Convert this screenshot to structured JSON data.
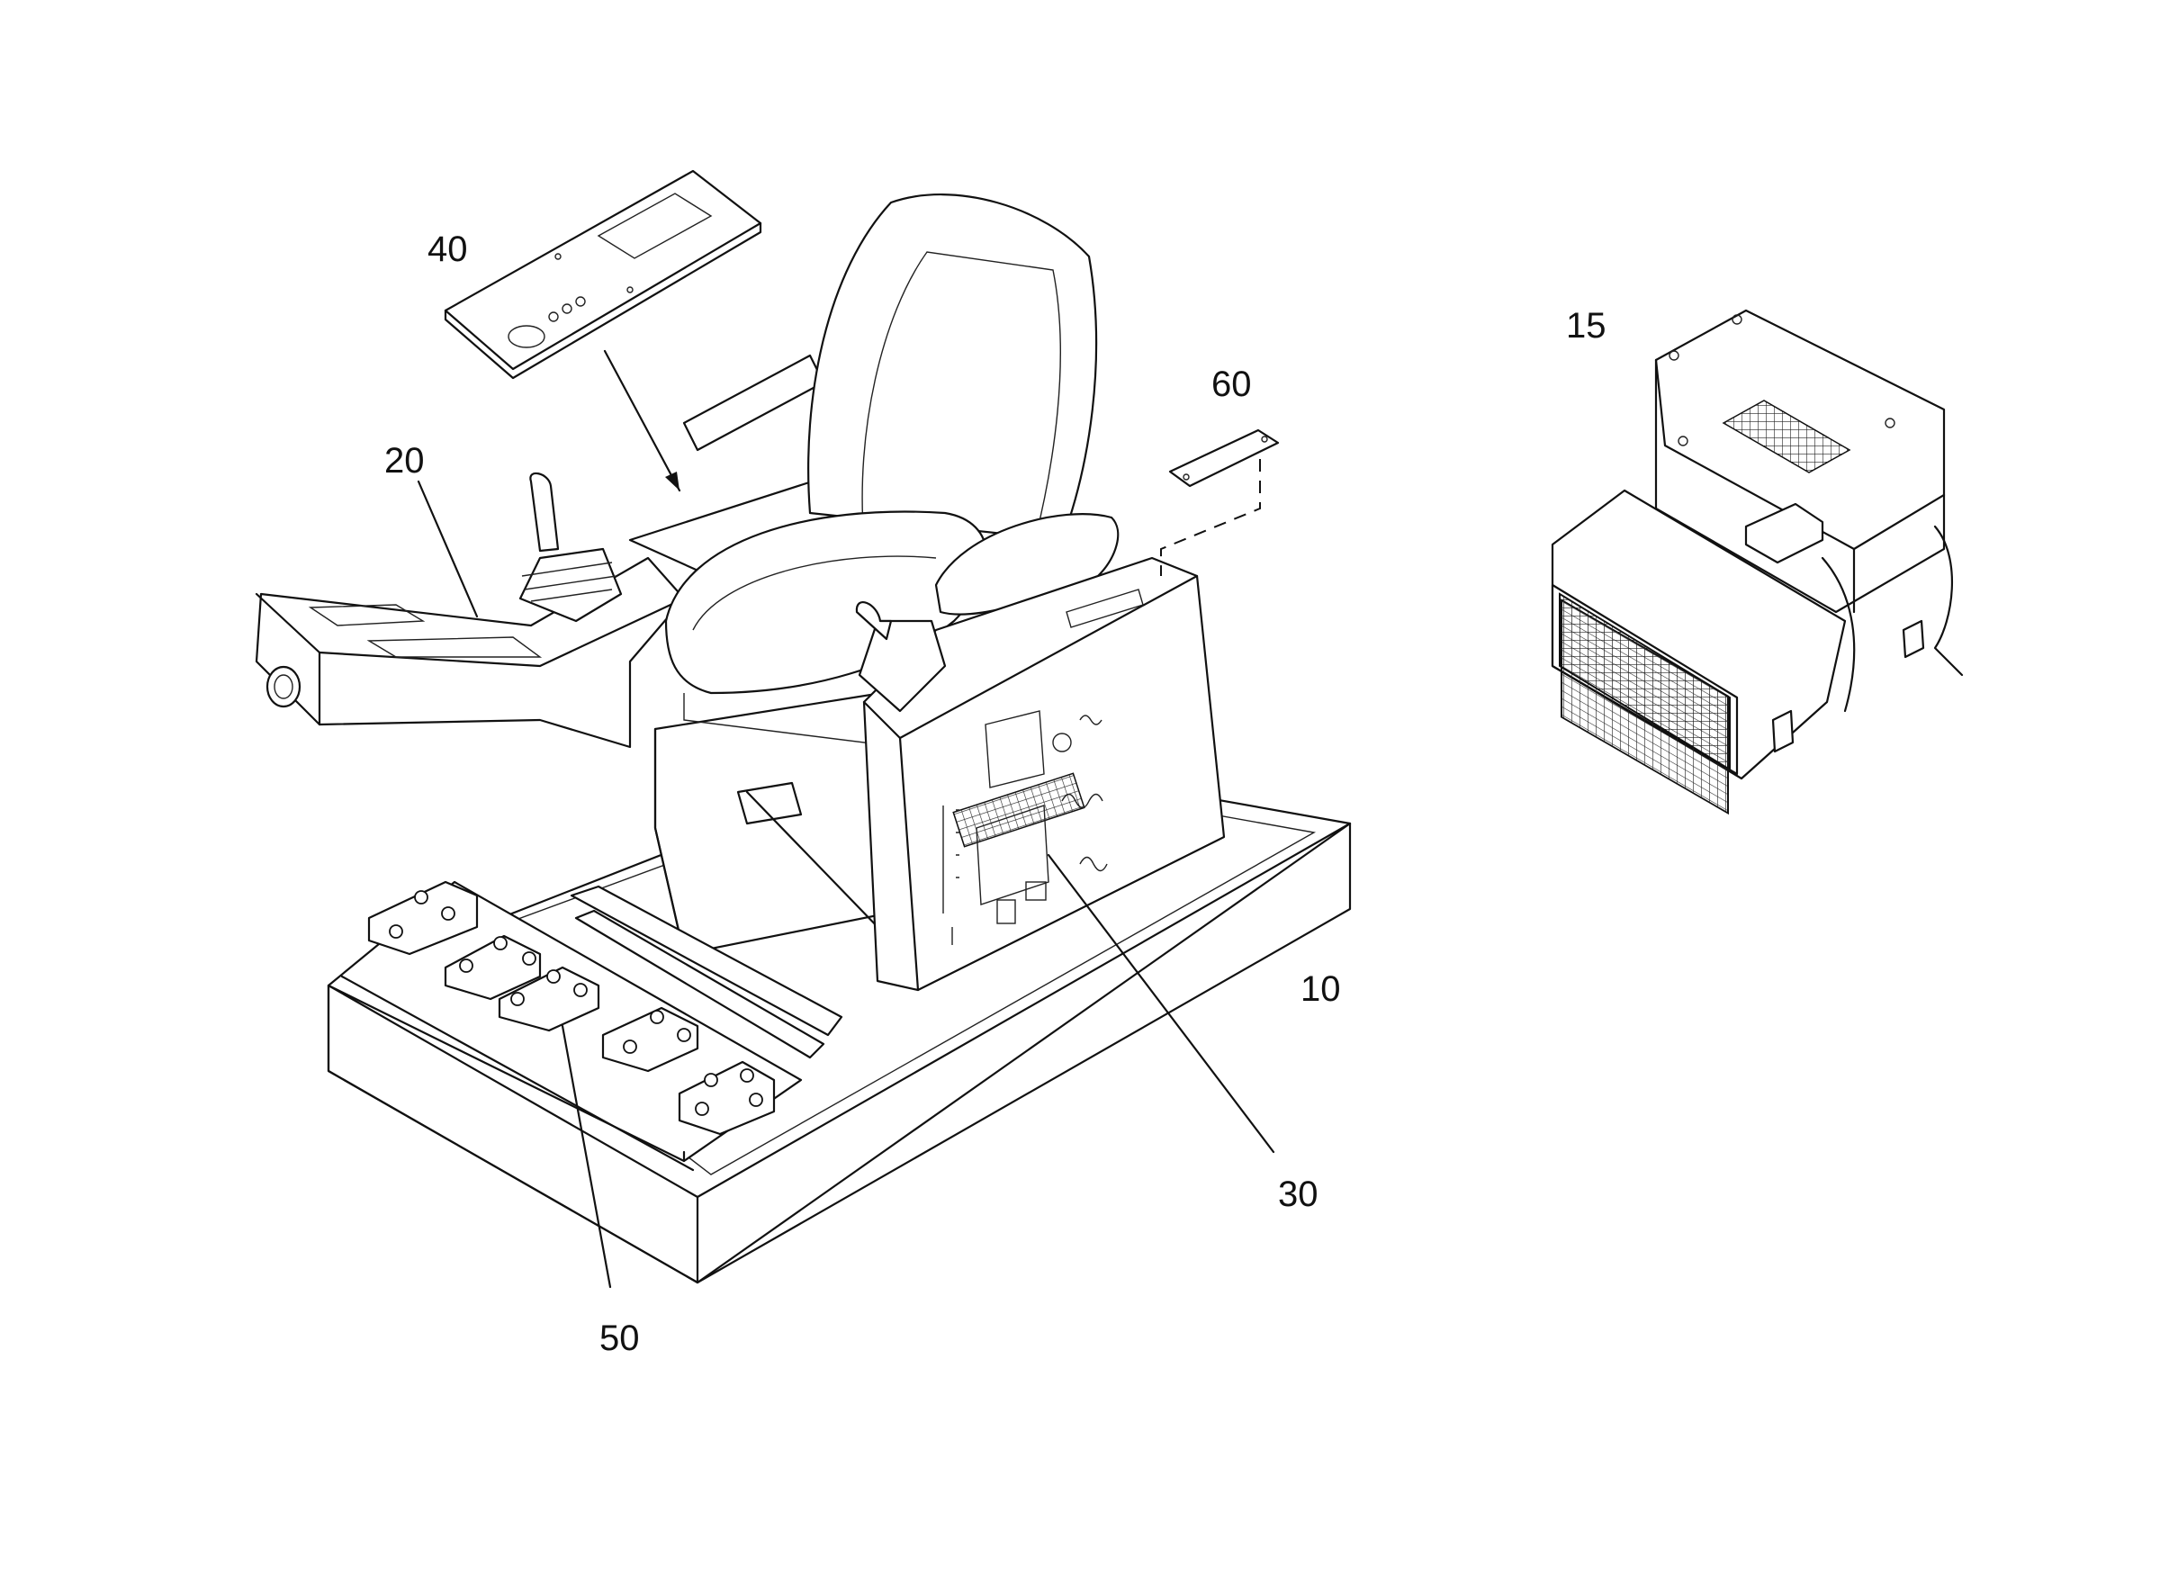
{
  "labels": {
    "platform": "10",
    "unit": "15",
    "left_console": "20",
    "right_console": "30",
    "panel": "40",
    "pedals": "50",
    "plate": "60"
  },
  "icons": [
    "operator-seat",
    "joystick",
    "pedal-base",
    "control-panel-plate",
    "hydraulic-unit"
  ]
}
